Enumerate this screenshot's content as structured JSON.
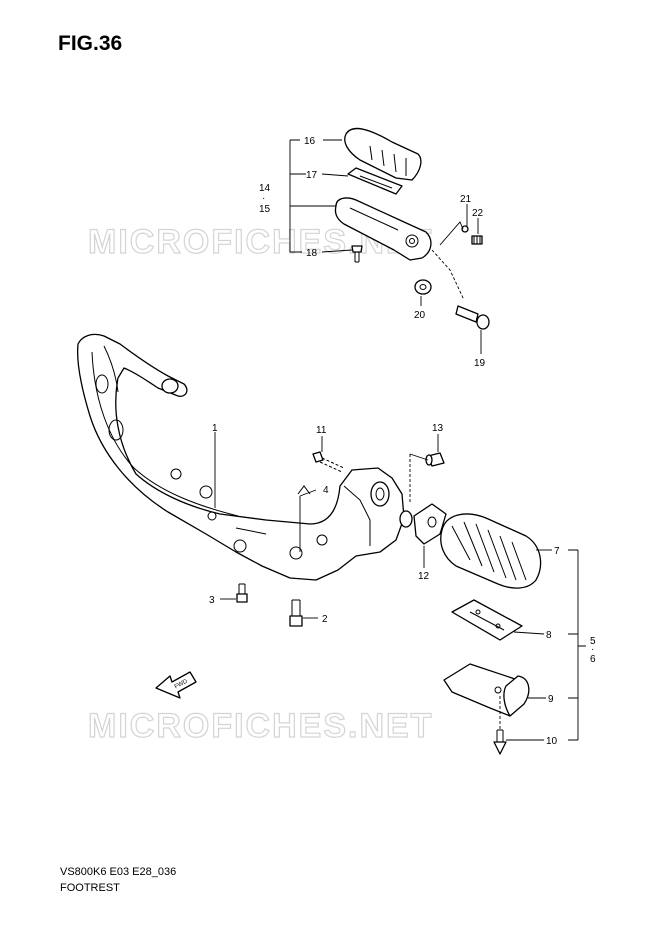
{
  "figure_title": "FIG.36",
  "footer": {
    "model_code": "VS800K6 E03 E28_036",
    "section_name": "FOOTREST"
  },
  "watermark": "MICROFICHES.NET",
  "fwd_label": "FWD",
  "callouts": {
    "c1": "1",
    "c2": "2",
    "c3": "3",
    "c4": "4",
    "c5": "5",
    "c6": "6",
    "c7": "7",
    "c8": "8",
    "c9": "9",
    "c10": "10",
    "c11": "11",
    "c12": "12",
    "c13": "13",
    "c14": "14",
    "c15": "15",
    "c16": "16",
    "c17": "17",
    "c18": "18",
    "c19": "19",
    "c20": "20",
    "c21": "21",
    "c22": "22"
  }
}
